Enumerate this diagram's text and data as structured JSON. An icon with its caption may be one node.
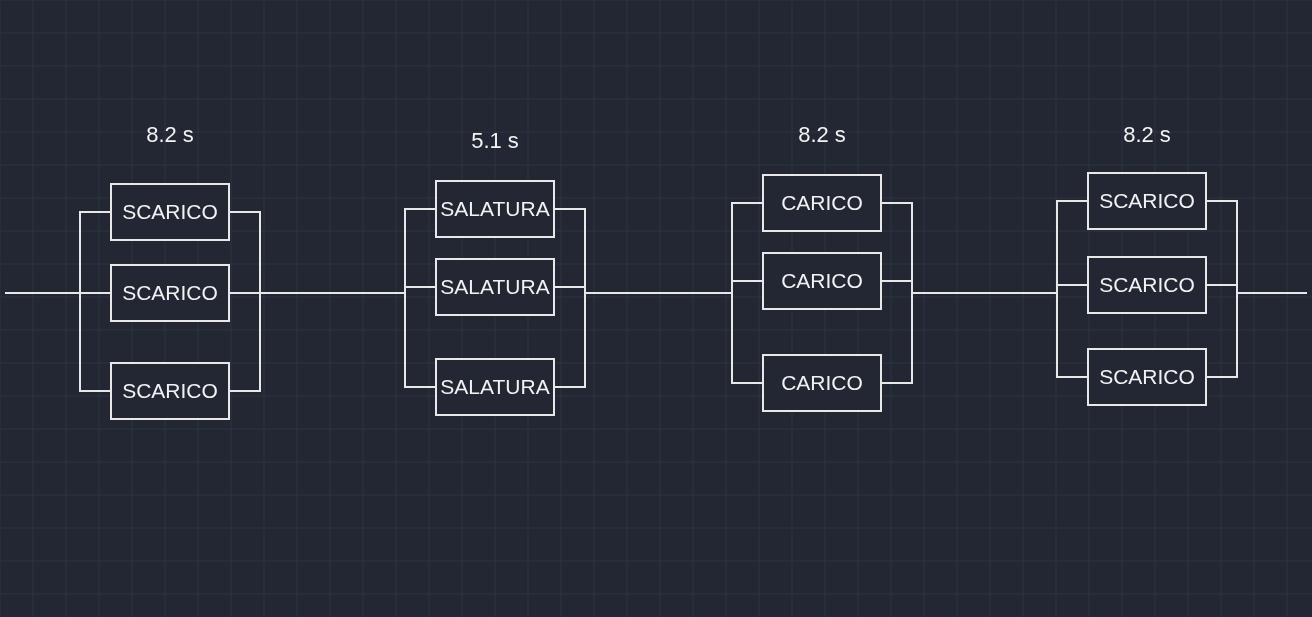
{
  "diagram": {
    "nodes": [
      {
        "text": [
          "SCARICO"
        ]
      },
      {
        "text": [
          "SCARICO"
        ]
      },
      {
        "text": [
          "SCARICO"
        ]
      },
      {
        "text": [
          "SALATURA"
        ]
      },
      {
        "text": [
          "SALATURA"
        ]
      },
      {
        "text": [
          "SALATURA"
        ]
      },
      {
        "text": [
          "CARICO"
        ]
      },
      {
        "text": [
          "CARICO"
        ]
      },
      {
        "text": [
          "CARICO"
        ]
      },
      {
        "text": [
          "SCARICO"
        ]
      },
      {
        "text": [
          "SCARICO"
        ]
      },
      {
        "text": [
          "SCARICO"
        ]
      }
    ],
    "edges": [
      {
        "from": null,
        "to": 0,
        "arrow": "none"
      },
      {
        "from": null,
        "to": 1,
        "arrow": "none"
      },
      {
        "from": null,
        "to": 2,
        "arrow": "none"
      },
      {
        "from": 0,
        "to": 3,
        "arrow": "none"
      },
      {
        "from": 0,
        "to": 4,
        "arrow": "none"
      },
      {
        "from": 0,
        "to": 5,
        "arrow": "none"
      },
      {
        "from": 1,
        "to": 3,
        "arrow": "none"
      },
      {
        "from": 1,
        "to": 4,
        "arrow": "none"
      },
      {
        "from": 1,
        "to": 5,
        "arrow": "none"
      },
      {
        "from": 2,
        "to": 3,
        "arrow": "none"
      },
      {
        "from": 2,
        "to": 4,
        "arrow": "none"
      },
      {
        "from": 2,
        "to": 5,
        "arrow": "none"
      },
      {
        "from": 3,
        "to": 6,
        "arrow": "none"
      },
      {
        "from": 3,
        "to": 7,
        "arrow": "none"
      },
      {
        "from": 3,
        "to": 8,
        "arrow": "none"
      },
      {
        "from": 4,
        "to": 6,
        "arrow": "none"
      },
      {
        "from": 4,
        "to": 7,
        "arrow": "none"
      },
      {
        "from": 4,
        "to": 8,
        "arrow": "none"
      },
      {
        "from": 5,
        "to": 6,
        "arrow": "none"
      },
      {
        "from": 5,
        "to": 7,
        "arrow": "none"
      },
      {
        "from": 5,
        "to": 8,
        "arrow": "none"
      },
      {
        "from": 6,
        "to": 9,
        "arrow": "none"
      },
      {
        "from": 6,
        "to": 10,
        "arrow": "none"
      },
      {
        "from": 6,
        "to": 11,
        "arrow": "none"
      },
      {
        "from": 7,
        "to": 9,
        "arrow": "none"
      },
      {
        "from": 7,
        "to": 10,
        "arrow": "none"
      },
      {
        "from": 7,
        "to": 11,
        "arrow": "none"
      },
      {
        "from": 8,
        "to": 9,
        "arrow": "none"
      },
      {
        "from": 8,
        "to": 10,
        "arrow": "none"
      },
      {
        "from": 8,
        "to": 11,
        "arrow": "none"
      },
      {
        "from": 9,
        "to": null,
        "arrow": "none"
      },
      {
        "from": 10,
        "to": null,
        "arrow": "none"
      },
      {
        "from": 11,
        "to": null,
        "arrow": "none"
      }
    ],
    "labels": [
      "8.2 s",
      "5.1 s",
      "8.2 s",
      "8.2 s"
    ]
  }
}
